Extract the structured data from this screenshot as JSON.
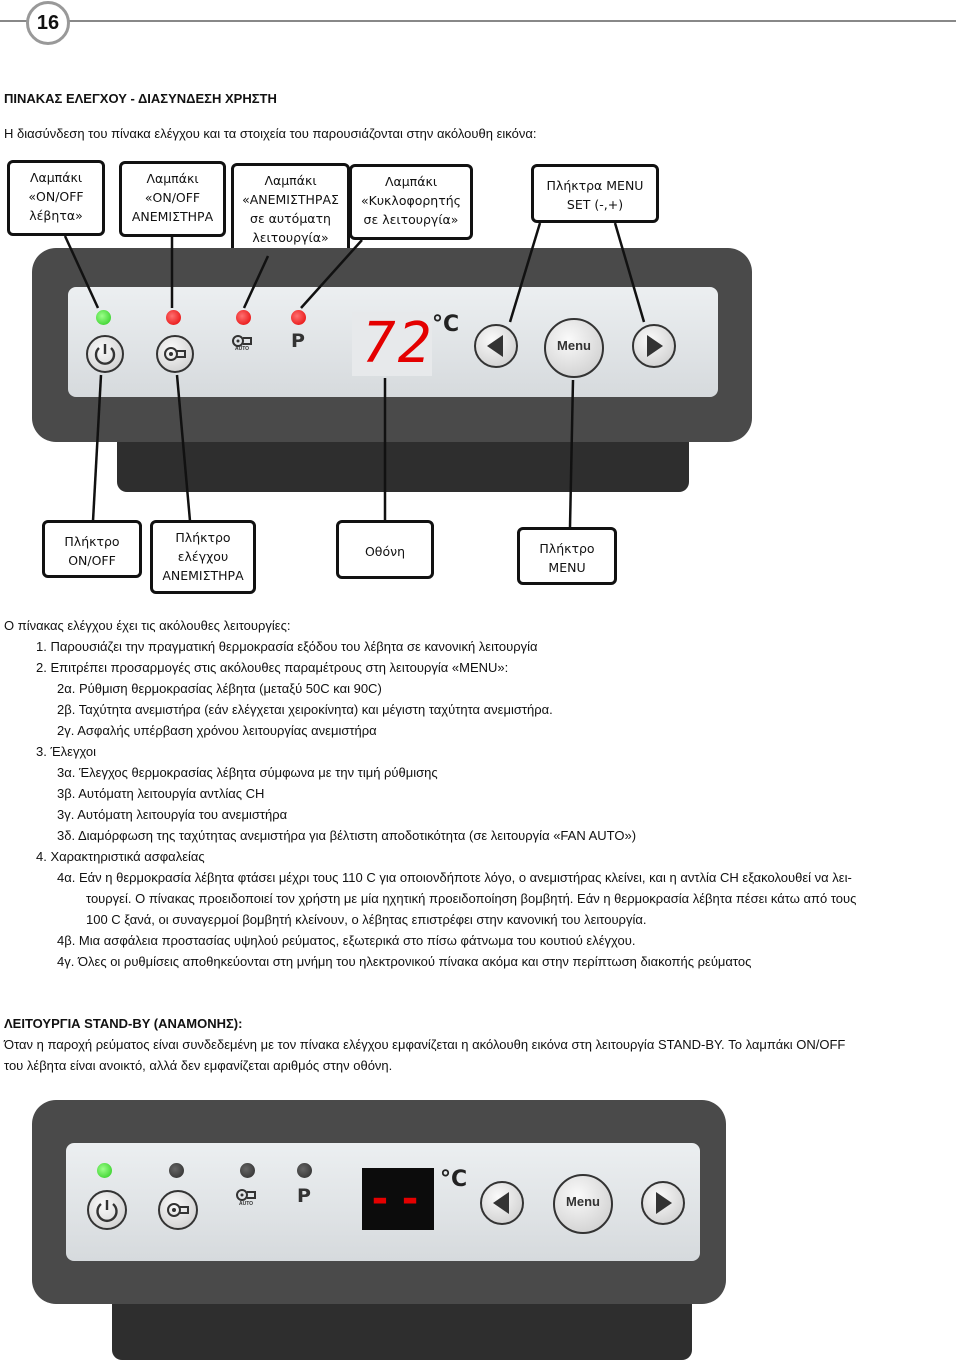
{
  "page": {
    "number": "16"
  },
  "section1": {
    "title": "ΠΙΝΑΚΑΣ ΕΛΕΓΧΟΥ - ΔΙΑΣΥΝΔΕΣΗ ΧΡΗΣΤΗ",
    "intro": "Η διασύνδεση του πίνακα ελέγχου και τα στοιχεία του παρουσιάζονται στην ακόλουθη εικόνα:"
  },
  "figure1": {
    "callouts_top": [
      {
        "lines": [
          "Λαμπάκι",
          "«ON/OFF",
          "λέβητα»"
        ]
      },
      {
        "lines": [
          "Λαμπάκι",
          "«ON/OFF",
          "ΑΝΕΜΙΣΤΗΡΑ"
        ]
      },
      {
        "lines": [
          "Λαμπάκι",
          "«ΑΝΕΜΙΣΤΗΡΑΣ",
          "σε αυτόματη",
          "λειτουργία»"
        ]
      },
      {
        "lines": [
          "Λαμπάκι",
          "«Κυκλοφορητής",
          "σε λειτουργία»"
        ]
      },
      {
        "lines": [
          "Πλήκτρα MENU",
          "SET (-,+)"
        ]
      }
    ],
    "callouts_bottom": [
      {
        "lines": [
          "Πλήκτρο",
          "ON/OFF"
        ]
      },
      {
        "lines": [
          "Πλήκτρο",
          "ελέγχου",
          "ΑΝΕΜΙΣΤΗΡΑ"
        ]
      },
      {
        "lines": [
          "Οθόνη"
        ]
      },
      {
        "lines": [
          "Πλήκτρο",
          "MENU"
        ]
      }
    ],
    "display_value": "72",
    "unit": "°C",
    "menu_label": "Menu",
    "p_label": "P",
    "auto_label": "AUTO",
    "led_states": [
      "green",
      "red",
      "red",
      "red"
    ]
  },
  "functions": {
    "intro": "Ο πίνακας ελέγχου έχει τις ακόλουθες λειτουργίες:",
    "items": [
      "1.  Παρουσιάζει την πραγματική θερμοκρασία εξόδου του λέβητα σε κανονική λειτουργία",
      "2.  Επιτρέπει προσαρμογές στις ακόλουθες παραμέτρους στη λειτουργία «MENU»:",
      "2α. Ρύθμιση θερμοκρασίας λέβητα (μεταξύ 50C και 90C)",
      "2β. Ταχύτητα ανεμιστήρα (εάν ελέγχεται χειροκίνητα) και μέγιστη ταχύτητα ανεμιστήρα.",
      "2γ. Ασφαλής υπέρβαση χρόνου λειτουργίας ανεμιστήρα",
      "3.  Έλεγχοι",
      "3α. Έλεγχος θερμοκρασίας λέβητα σύμφωνα με την τιμή ρύθμισης",
      "3β. Αυτόματη λειτουργία αντλίας CH",
      "3γ. Αυτόματη λειτουργία του ανεμιστήρα",
      "3δ. Διαμόρφωση της ταχύτητας ανεμιστήρα για βέλτιστη αποδοτικότητα (σε λειτουργία «FAN AUTO»)",
      "4.  Χαρακτηριστικά ασφαλείας",
      "4α. Εάν η θερμοκρασία λέβητα φτάσει μέχρι τους 110 C για οποιονδήποτε λόγο, ο ανεμιστήρας κλείνει, και η αντλία CH εξακολουθεί να λει-",
      "τουργεί. Ο πίνακας προειδοποιεί τον χρήστη με μία ηχητική προειδοποίηση βομβητή. Εάν η θερμοκρασία λέβητα πέσει κάτω από τους",
      "100 C ξανά, οι συναγερμοί βομβητή κλείνουν, ο λέβητας επιστρέφει στην κανονική του λειτουργία.",
      "4β. Μια ασφάλεια προστασίας υψηλού ρεύματος, εξωτερικά στο πίσω φάτνωμα του κουτιού ελέγχου.",
      "4γ. Όλες οι ρυθμίσεις αποθηκεύονται στη μνήμη του ηλεκτρονικού πίνακα ακόμα και στην περίπτωση διακοπής ρεύματος"
    ]
  },
  "section2": {
    "title": "ΛΕΙΤΟΥΡΓΙΑ STAND-BY (ΑΝΑΜΟΝΗΣ):",
    "line1": "Όταν η παροχή ρεύματος είναι συνδεδεμένη με τον πίνακα ελέγχου εμφανίζεται η ακόλουθη εικόνα στη λειτουργία STAND-BY. Το λαμπάκι ON/OFF",
    "line2": "του λέβητα είναι ανοικτό, αλλά δεν εμφανίζεται αριθμός στην οθόνη."
  },
  "figure2": {
    "display_value": "--",
    "unit": "°C",
    "menu_label": "Menu",
    "p_label": "P",
    "auto_label": "AUTO",
    "led_states": [
      "green",
      "off",
      "off",
      "off"
    ]
  },
  "colors": {
    "led_green": "#26c81a",
    "led_red": "#e30000",
    "display_red": "#e40000",
    "panel_frame": "#4a4a4a"
  }
}
